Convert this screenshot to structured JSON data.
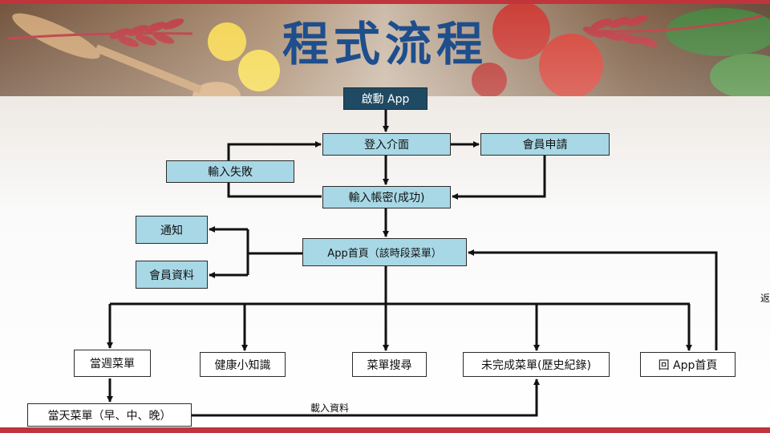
{
  "slide": {
    "title": "程式流程",
    "edge_label": "載入資料",
    "edge_text": "返"
  },
  "nodes": {
    "start": "啟動 App",
    "login": "登入介面",
    "register": "會員申請",
    "fail": "輸入失敗",
    "success": "輸入帳密(成功)",
    "notify": "通知",
    "member_info": "會員資料",
    "home": "App首頁（該時段菜單）",
    "weekly_menu": "當週菜單",
    "health": "健康小知識",
    "search": "菜單搜尋",
    "unfinished": "未完成菜單(歷史紀錄)",
    "back_home": "回 App首頁",
    "daily_menu": "當天菜單（早、中、晚）"
  },
  "colors": {
    "accent": "#c0343b",
    "title": "#1f4e8c",
    "box_fill": "#a8d8e6",
    "start_fill": "#1f4a63",
    "line": "#111111"
  }
}
